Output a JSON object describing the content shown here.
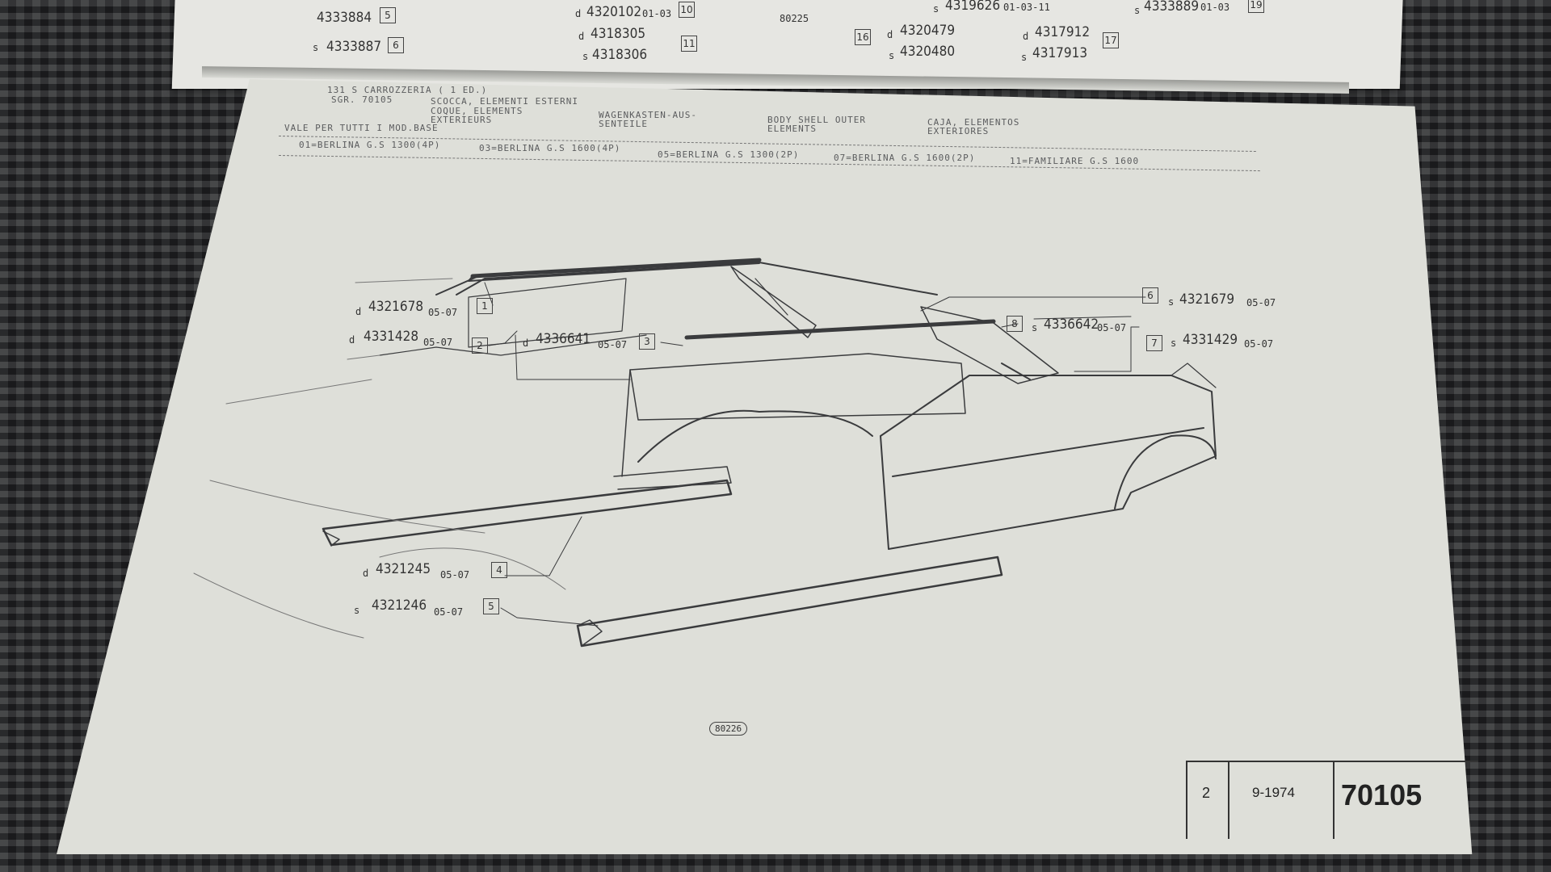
{
  "top_page": {
    "callouts": [
      {
        "side": "",
        "part": "4333884",
        "ref": "5"
      },
      {
        "side": "s",
        "part": "4333887",
        "ref": "6"
      },
      {
        "side": "d",
        "part": "4320102",
        "models": "01-03",
        "ref": "10"
      },
      {
        "side": "d",
        "part": "4318305",
        "ref": "11"
      },
      {
        "side": "s",
        "part": "4318306",
        "ref": ""
      },
      {
        "side": "s",
        "part": "4319626",
        "models": "01-03-11",
        "ref": ""
      },
      {
        "side": "d",
        "part": "4320479",
        "ref": "16"
      },
      {
        "side": "s",
        "part": "4320480",
        "ref": ""
      },
      {
        "side": "d",
        "part": "4317912",
        "ref": "17"
      },
      {
        "side": "s",
        "part": "4317913",
        "ref": ""
      },
      {
        "side": "s",
        "part": "4333889",
        "models": "01-03",
        "ref": "19"
      }
    ],
    "drawing_code": "80225"
  },
  "header": {
    "line1": "131 S CARROZZERIA ( 1 ED.)",
    "sgr": "SGR. 70105",
    "it": "SCOCCA, ELEMENTI ESTERNI",
    "fr1": "COQUE, ELEMENTS",
    "fr2": "EXTERIEURS",
    "de1": "WAGENKASTEN-AUS-",
    "de2": "SENTEILE",
    "en1": "BODY SHELL OUTER",
    "en2": "ELEMENTS",
    "es1": "CAJA, ELEMENTOS",
    "es2": "EXTERIORES",
    "base": "VALE PER TUTTI I MOD.BASE",
    "models": [
      "01=BERLINA G.S 1300(4P)",
      "03=BERLINA G.S 1600(4P)",
      "05=BERLINA G.S 1300(2P)",
      "07=BERLINA G.S 1600(2P)",
      "11=FAMILIARE G.S 1600"
    ]
  },
  "callouts": [
    {
      "side": "d",
      "part": "4321678",
      "models": "05-07",
      "ref": "1"
    },
    {
      "side": "d",
      "part": "4331428",
      "models": "05-07",
      "ref": "2"
    },
    {
      "side": "d",
      "part": "4336641",
      "models": "05-07",
      "ref": "3"
    },
    {
      "side": "d",
      "part": "4321245",
      "models": "05-07",
      "ref": "4"
    },
    {
      "side": "s",
      "part": "4321246",
      "models": "05-07",
      "ref": "5"
    },
    {
      "side": "s",
      "part": "4321679",
      "models": "05-07",
      "ref": "6"
    },
    {
      "side": "s",
      "part": "4331429",
      "models": "05-07",
      "ref": "7"
    },
    {
      "side": "s",
      "part": "4336642",
      "models": "05-07",
      "ref": "8"
    }
  ],
  "drawing_code": "80226",
  "title_block": {
    "sheet": "2",
    "date": "9-1974",
    "group": "70105"
  }
}
